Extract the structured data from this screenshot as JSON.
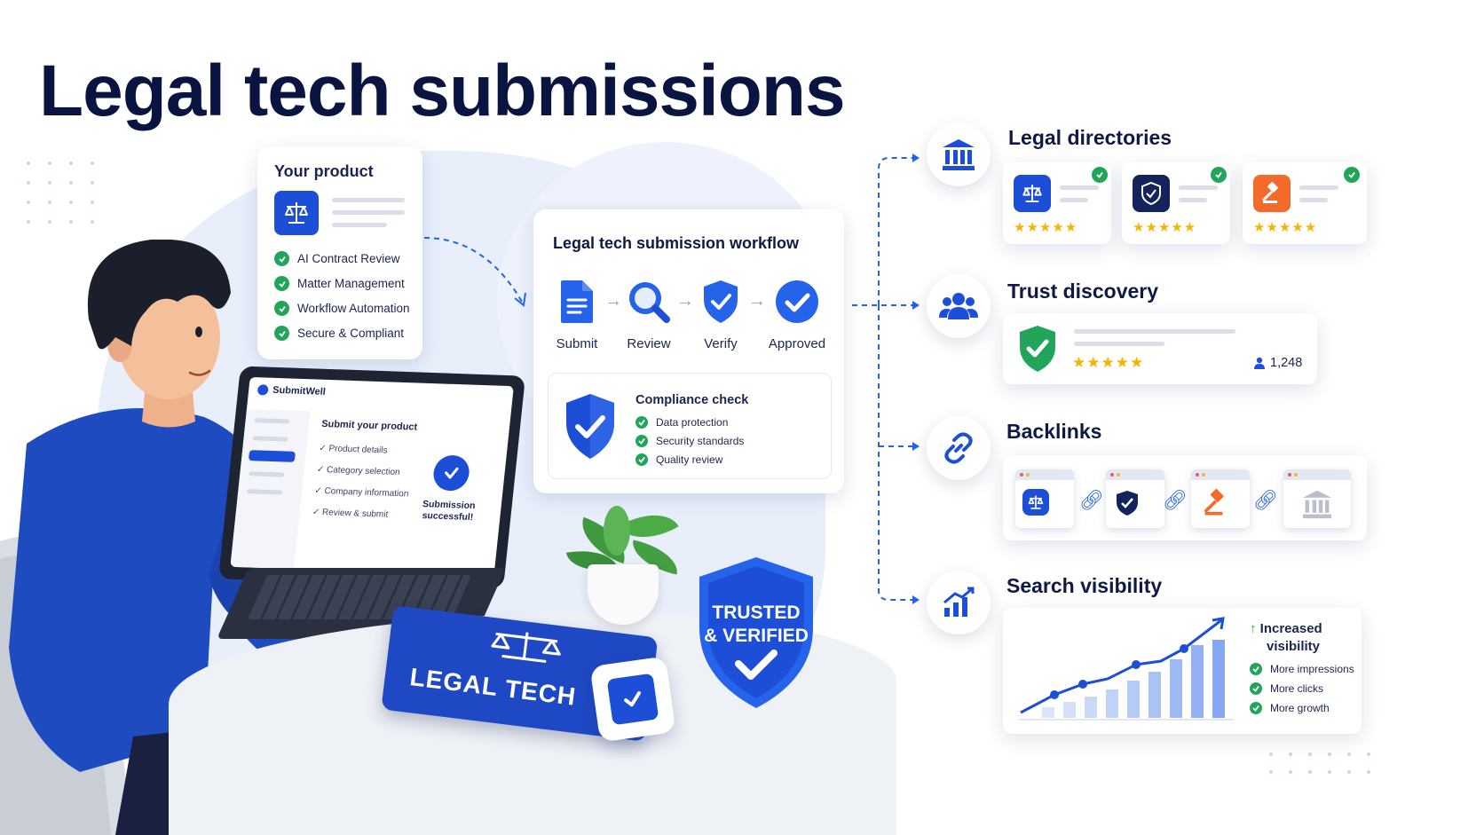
{
  "title": "Legal tech submissions",
  "product_card": {
    "heading": "Your product",
    "features": [
      "AI Contract Review",
      "Matter Management",
      "Workflow Automation",
      "Secure & Compliant"
    ]
  },
  "laptop": {
    "brand": "SubmitWell",
    "heading": "Submit your product",
    "steps": [
      "Product details",
      "Category selection",
      "Company information",
      "Review & submit"
    ],
    "success_line1": "Submission",
    "success_line2": "successful!"
  },
  "workflow": {
    "heading": "Legal tech submission workflow",
    "steps": [
      "Submit",
      "Review",
      "Verify",
      "Approved"
    ],
    "compliance": {
      "heading": "Compliance check",
      "items": [
        "Data protection",
        "Security standards",
        "Quality review"
      ]
    }
  },
  "book_text": "LEGAL TECH",
  "badge": {
    "line1": "TRUSTED",
    "line2": "& VERIFIED"
  },
  "sections": {
    "directories": {
      "title": "Legal directories",
      "icon": "bank-icon"
    },
    "trust": {
      "title": "Trust discovery",
      "icon": "users-icon",
      "count": "1,248"
    },
    "backlinks": {
      "title": "Backlinks",
      "icon": "link-icon"
    },
    "visibility": {
      "title": "Search visibility",
      "icon": "growth-chart-icon",
      "headline_line1": "Increased",
      "headline_line2": "visibility",
      "items": [
        "More impressions",
        "More clicks",
        "More growth"
      ]
    }
  },
  "colors": {
    "brand_blue": "#1d4ed8",
    "navy": "#0a1440",
    "check_green": "#22a55a",
    "star": "#f5b400",
    "orange": "#f26b2b"
  }
}
